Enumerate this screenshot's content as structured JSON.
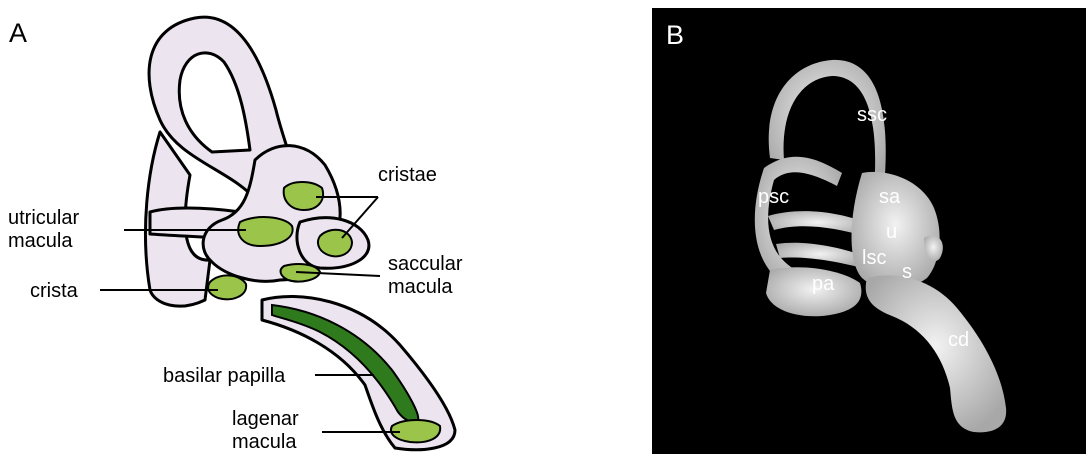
{
  "panel_a": {
    "letter": "A",
    "labels": {
      "cristae": "cristae",
      "utricular_line1": "utricular",
      "utricular_line2": "macula",
      "crista": "crista",
      "saccular_line1": "saccular",
      "saccular_line2": "macula",
      "basilar": "basilar papilla",
      "lagenar_line1": "lagenar",
      "lagenar_line2": "macula"
    }
  },
  "panel_b": {
    "letter": "B",
    "labels": {
      "ssc": "ssc",
      "psc": "psc",
      "sa": "sa",
      "u": "u",
      "lsc": "lsc",
      "s": "s",
      "pa": "pa",
      "cd": "cd"
    }
  },
  "colors": {
    "membrane_fill": "#ece5f0",
    "sensory_light": "#9ac54a",
    "sensory_dark": "#2f7a1c",
    "photo_tissue": "#d9d9d9"
  }
}
